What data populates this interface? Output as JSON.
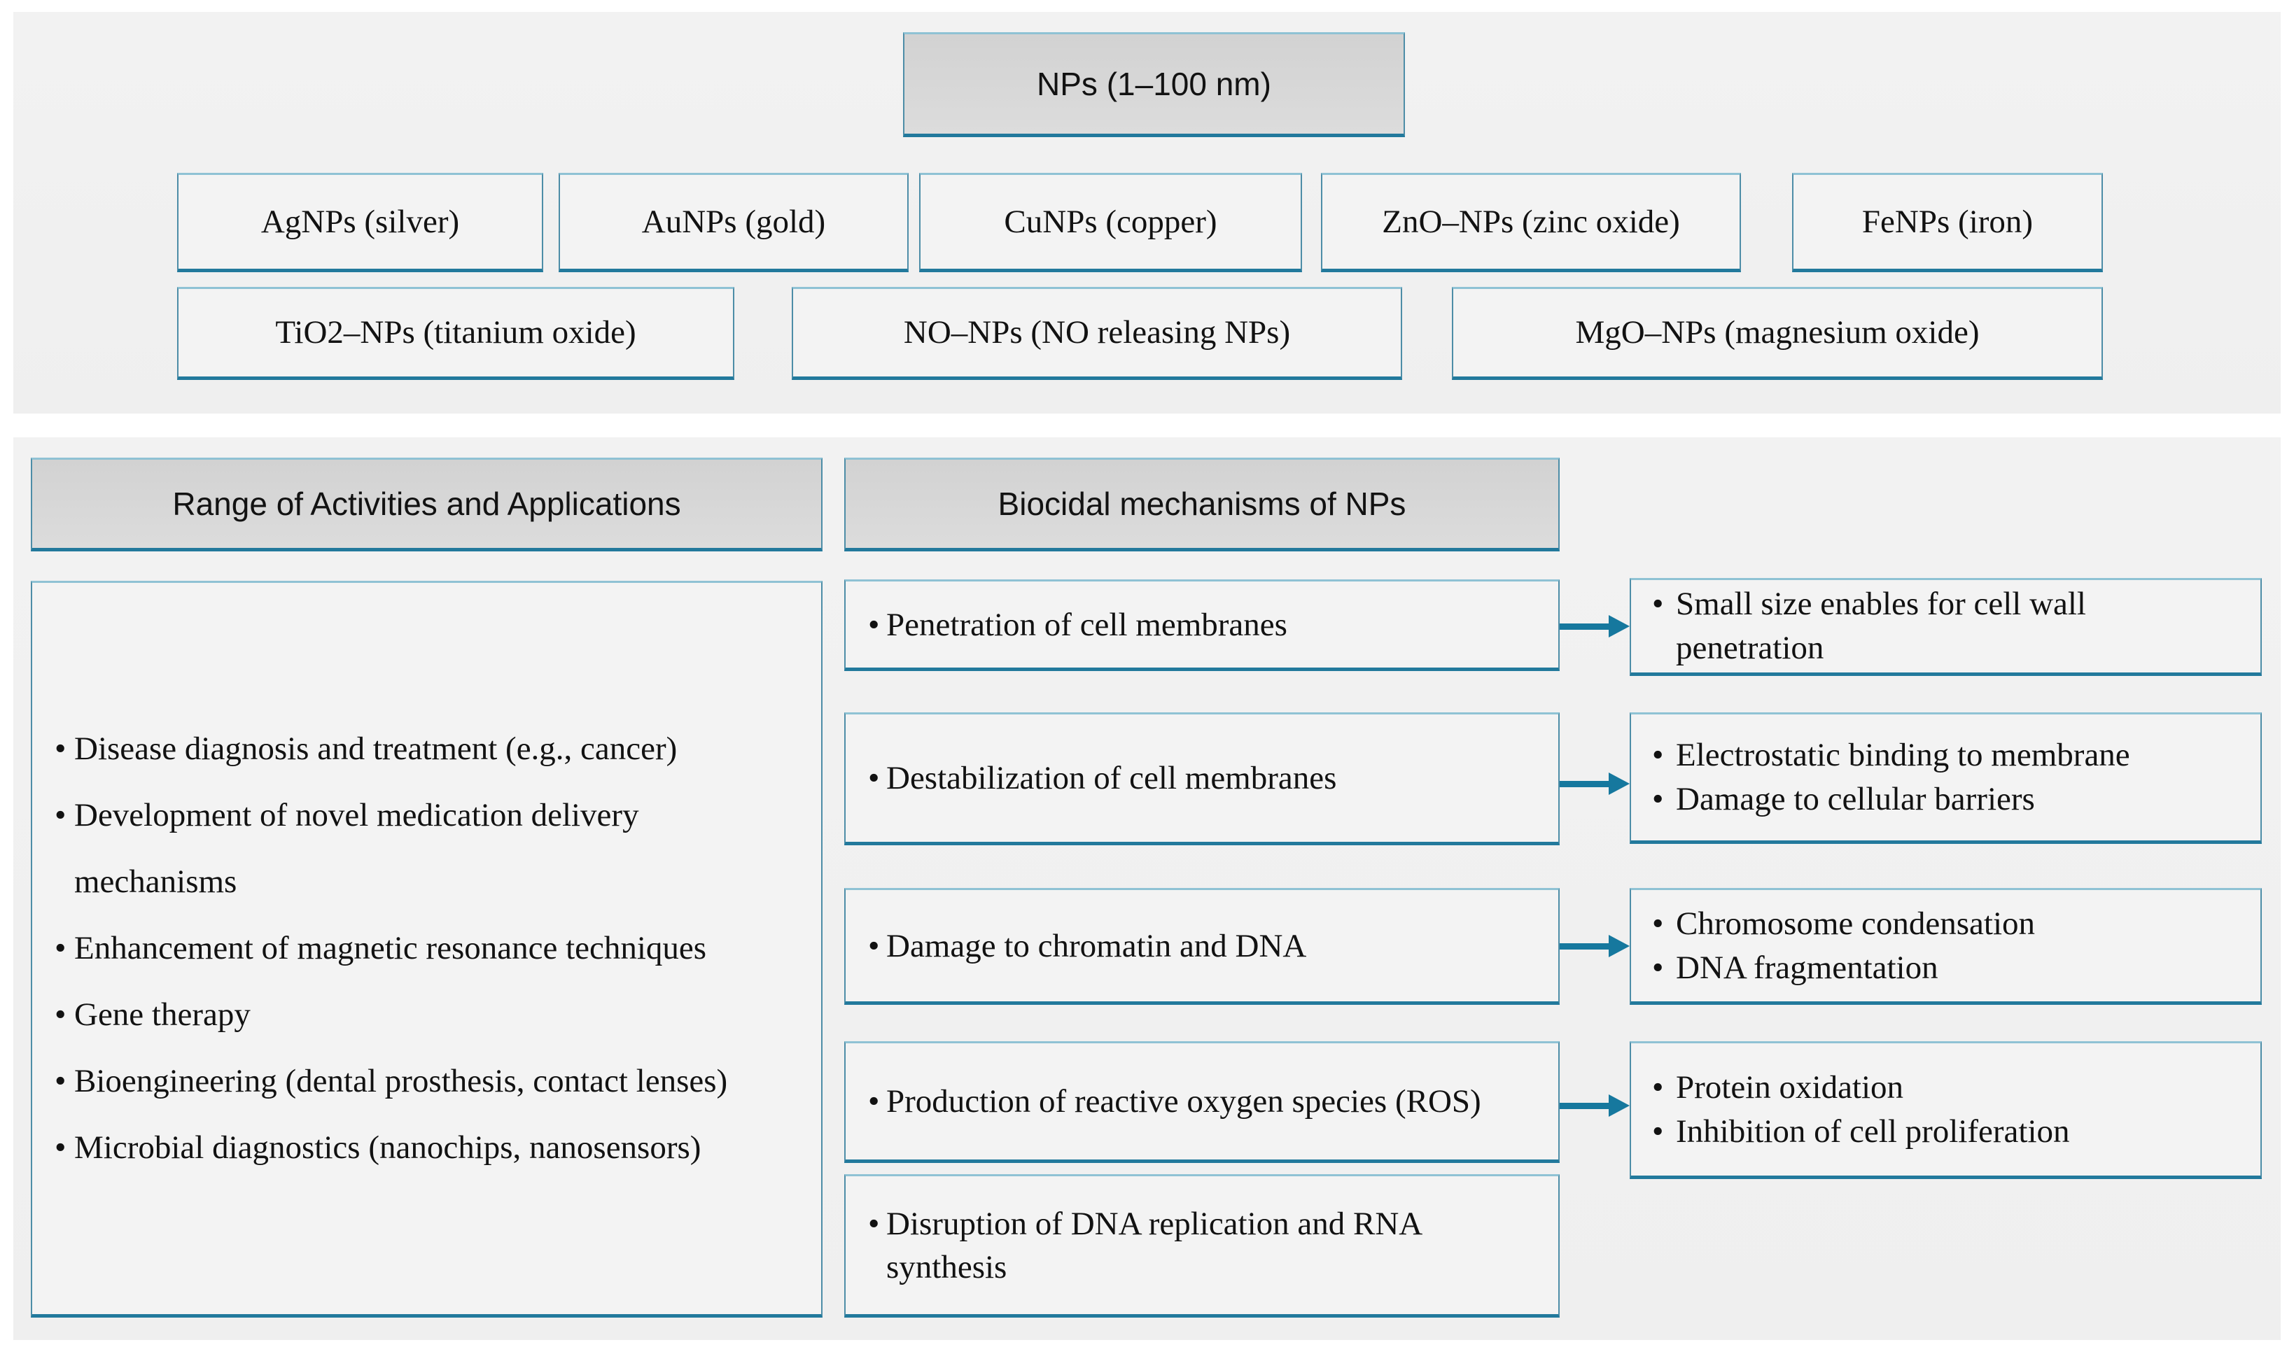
{
  "figure": {
    "root_label": "NPs (1–100 nm)",
    "np_types": [
      "AgNPs (silver)",
      "AuNPs (gold)",
      "CuNPs (copper)",
      "ZnO–NPs (zinc oxide)",
      "FeNPs (iron)",
      "TiO2–NPs (titanium oxide)",
      "NO–NPs (NO releasing NPs)",
      "MgO–NPs (magnesium oxide)"
    ],
    "applications": {
      "header": "Range of Activities and Applications",
      "items": [
        "Disease diagnosis and treatment (e.g., cancer)",
        "Development of novel medication delivery mechanisms",
        "Enhancement of magnetic resonance techniques",
        "Gene therapy",
        "Bioengineering (dental prosthesis, contact lenses)",
        "Microbial diagnostics (nanochips, nanosensors)"
      ]
    },
    "mechanisms": {
      "header": "Biocidal mechanisms of NPs",
      "items": [
        "Penetration of cell membranes",
        "Destabilization of cell membranes",
        "Damage to chromatin and DNA",
        "Production of reactive oxygen species (ROS)",
        "Disruption of DNA replication and RNA synthesis"
      ]
    },
    "effects": [
      {
        "items": [
          "Small size enables for cell wall penetration"
        ]
      },
      {
        "items": [
          "Electrostatic binding to membrane",
          "Damage to cellular barriers"
        ]
      },
      {
        "items": [
          "Chromosome condensation",
          "DNA fragmentation"
        ]
      },
      {
        "items": [
          "Protein oxidation",
          "Inhibition of cell proliferation"
        ]
      }
    ],
    "colors": {
      "panel_background": "#f0f0f0",
      "box_fill": "#f3f3f3",
      "header_fill": "#d7d7d7",
      "border_teal": "#4d8da7",
      "border_teal_dark": "#22799c",
      "arrow_teal": "#16789e",
      "text": "#121212"
    }
  }
}
